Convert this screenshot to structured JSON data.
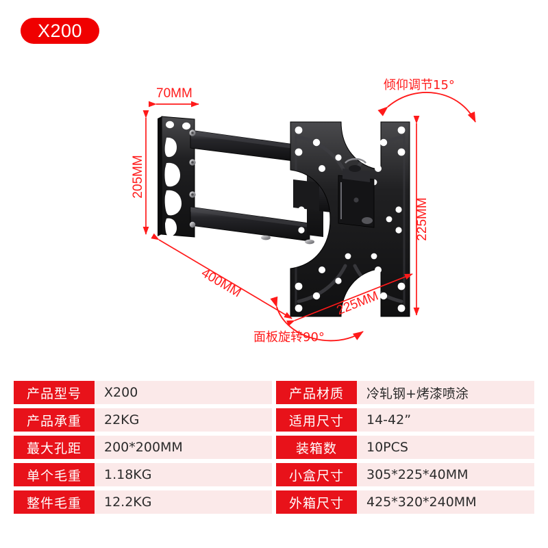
{
  "badge": {
    "label": "X200"
  },
  "diagram": {
    "annotations": [
      {
        "name": "width-70mm",
        "text": "70MM"
      },
      {
        "name": "height-205mm",
        "text": "205MM"
      },
      {
        "name": "tilt-adjust",
        "text": "倾仰调节15°"
      },
      {
        "name": "plate-height-225mm",
        "text": "225MM"
      },
      {
        "name": "extension-400mm",
        "text": "400MM"
      },
      {
        "name": "plate-width-225mm",
        "text": "225MM"
      },
      {
        "name": "panel-rotation",
        "text": "面板旋转90°"
      }
    ]
  },
  "spec": {
    "left": [
      {
        "label": "产品型号",
        "value": "X200"
      },
      {
        "label": "产品承重",
        "value": "22KG"
      },
      {
        "label": "蕞大孔距",
        "value": "200*200MM"
      },
      {
        "label": "单个毛重",
        "value": "1.18KG"
      },
      {
        "label": "整件毛重",
        "value": "12.2KG"
      }
    ],
    "right": [
      {
        "label": "产品材质",
        "value": "冷轧钢+烤漆喷涂"
      },
      {
        "label": "适用尺寸",
        "value": "14-42”"
      },
      {
        "label": "装箱数",
        "value": "10PCS"
      },
      {
        "label": "小盒尺寸",
        "value": "305*225*40MM"
      },
      {
        "label": "外箱尺寸",
        "value": "425*320*240MM"
      }
    ]
  },
  "colors": {
    "badge_bg": "#f00000",
    "label_bg": "#e8121a",
    "value_bg": "#fbe9e9",
    "dim_red": "#ff1a1a"
  }
}
